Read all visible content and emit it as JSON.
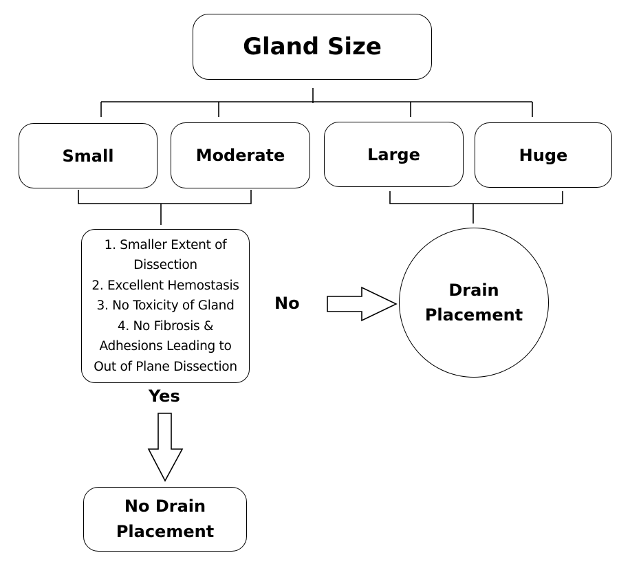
{
  "title": "Gland Size",
  "sizes": [
    "Small",
    "Moderate",
    "Large",
    "Huge"
  ],
  "criteria": [
    "1. Smaller Extent of",
    "Dissection",
    "2. Excellent Hemostasis",
    "3. No Toxicity of Gland",
    "4.  No Fibrosis &",
    "Adhesions Leading to",
    "Out of Plane Dissection"
  ],
  "labels": {
    "no": "No",
    "yes": "Yes"
  },
  "outcomes": {
    "drain": [
      "Drain",
      "Placement"
    ],
    "no_drain": [
      "No Drain",
      "Placement"
    ]
  }
}
